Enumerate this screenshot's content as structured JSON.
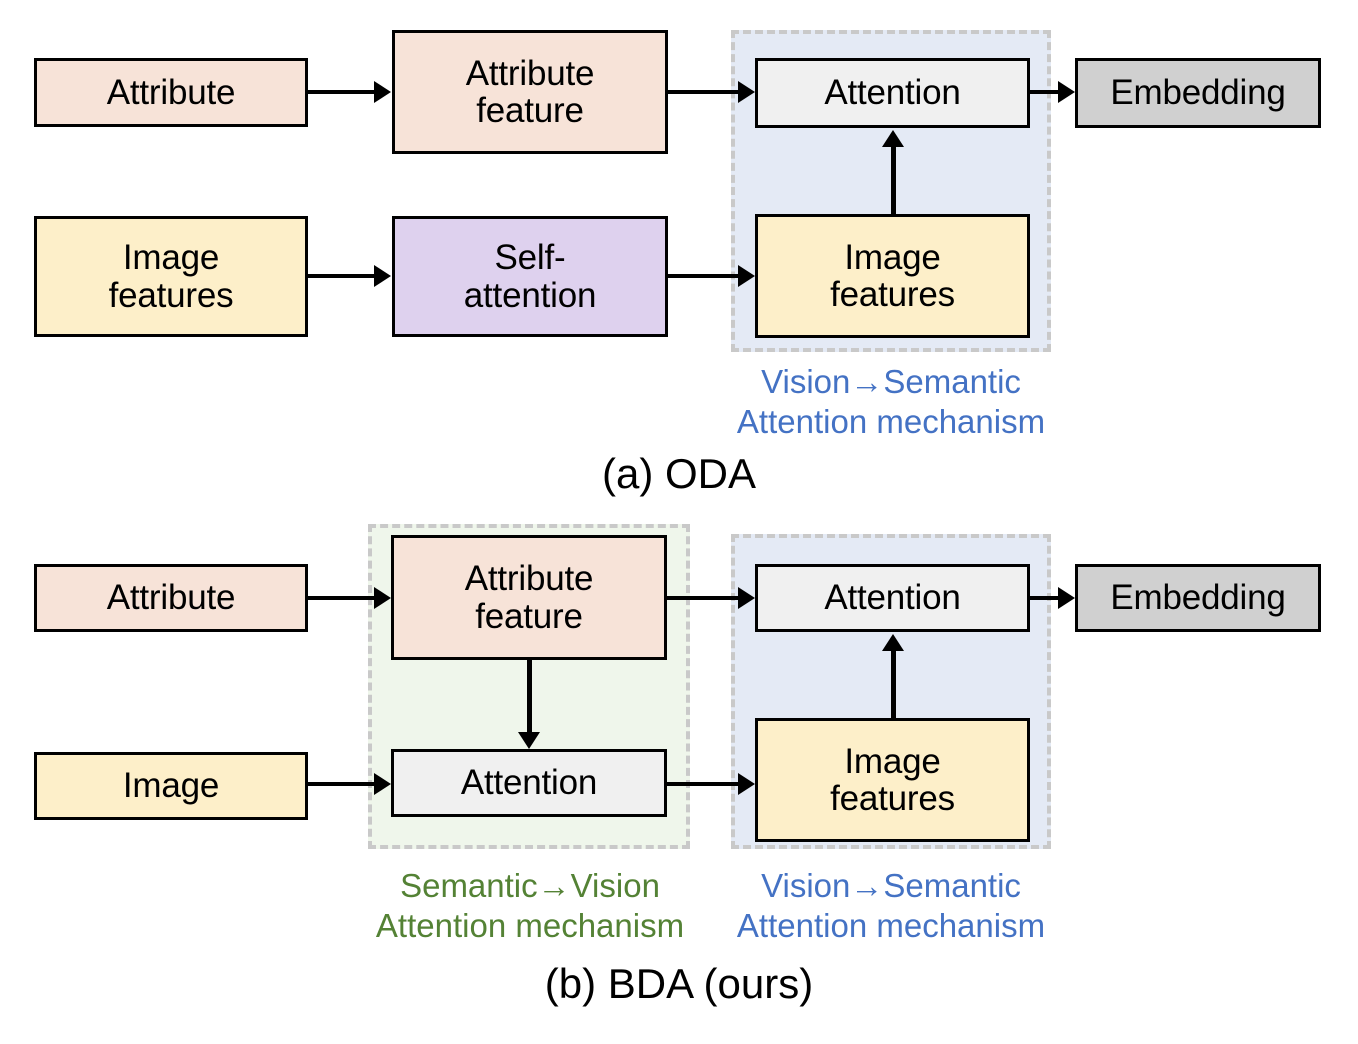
{
  "figure": {
    "panels": [
      {
        "id": "oda",
        "caption": "(a) ODA",
        "groups": [
          {
            "name": "vision-to-semantic",
            "label": "Vision→Semantic\nAttention mechanism",
            "color": "#4472C4",
            "background": "#E4EAF5"
          }
        ],
        "nodes": [
          {
            "id": "attribute",
            "label": "Attribute",
            "fill": "#F7E3D8"
          },
          {
            "id": "attribute-feature",
            "label": "Attribute\nfeature",
            "fill": "#F7E3D8"
          },
          {
            "id": "image-features-in",
            "label": "Image\nfeatures",
            "fill": "#FDEFC9"
          },
          {
            "id": "self-attention",
            "label": "Self-\nattention",
            "fill": "#DED1EE"
          },
          {
            "id": "attention",
            "label": "Attention",
            "fill": "#F0F0F0"
          },
          {
            "id": "image-features",
            "label": "Image\nfeatures",
            "fill": "#FDEFC9"
          },
          {
            "id": "embedding",
            "label": "Embedding",
            "fill": "#D0D0D0"
          }
        ],
        "edges": [
          {
            "from": "attribute",
            "to": "attribute-feature",
            "kind": "arrow-right"
          },
          {
            "from": "attribute-feature",
            "to": "attention",
            "kind": "arrow-right"
          },
          {
            "from": "image-features-in",
            "to": "self-attention",
            "kind": "arrow-right"
          },
          {
            "from": "self-attention",
            "to": "image-features",
            "kind": "arrow-right"
          },
          {
            "from": "image-features",
            "to": "attention",
            "kind": "arrow-up"
          },
          {
            "from": "attention",
            "to": "embedding",
            "kind": "arrow-right"
          }
        ]
      },
      {
        "id": "bda",
        "caption": "(b) BDA (ours)",
        "groups": [
          {
            "name": "semantic-to-vision",
            "label": "Semantic→Vision\nAttention mechanism",
            "color": "#548235",
            "background": "#EFF6EB"
          },
          {
            "name": "vision-to-semantic",
            "label": "Vision→Semantic\nAttention mechanism",
            "color": "#4472C4",
            "background": "#E4EAF5"
          }
        ],
        "nodes": [
          {
            "id": "attribute",
            "label": "Attribute",
            "fill": "#F7E3D8"
          },
          {
            "id": "attribute-feature",
            "label": "Attribute\nfeature",
            "fill": "#F7E3D8"
          },
          {
            "id": "image",
            "label": "Image",
            "fill": "#FDEFC9"
          },
          {
            "id": "attention-sv",
            "label": "Attention",
            "fill": "#F0F0F0"
          },
          {
            "id": "attention-vs",
            "label": "Attention",
            "fill": "#F0F0F0"
          },
          {
            "id": "image-features",
            "label": "Image\nfeatures",
            "fill": "#FDEFC9"
          },
          {
            "id": "embedding",
            "label": "Embedding",
            "fill": "#D0D0D0"
          }
        ],
        "edges": [
          {
            "from": "attribute",
            "to": "attribute-feature",
            "kind": "arrow-right"
          },
          {
            "from": "attribute-feature",
            "to": "attention-vs",
            "kind": "arrow-right"
          },
          {
            "from": "attribute-feature",
            "to": "attention-sv",
            "kind": "arrow-down"
          },
          {
            "from": "image",
            "to": "attention-sv",
            "kind": "arrow-right"
          },
          {
            "from": "attention-sv",
            "to": "image-features",
            "kind": "arrow-right"
          },
          {
            "from": "image-features",
            "to": "attention-vs",
            "kind": "arrow-up"
          },
          {
            "from": "attention-vs",
            "to": "embedding",
            "kind": "arrow-right"
          }
        ]
      }
    ]
  }
}
